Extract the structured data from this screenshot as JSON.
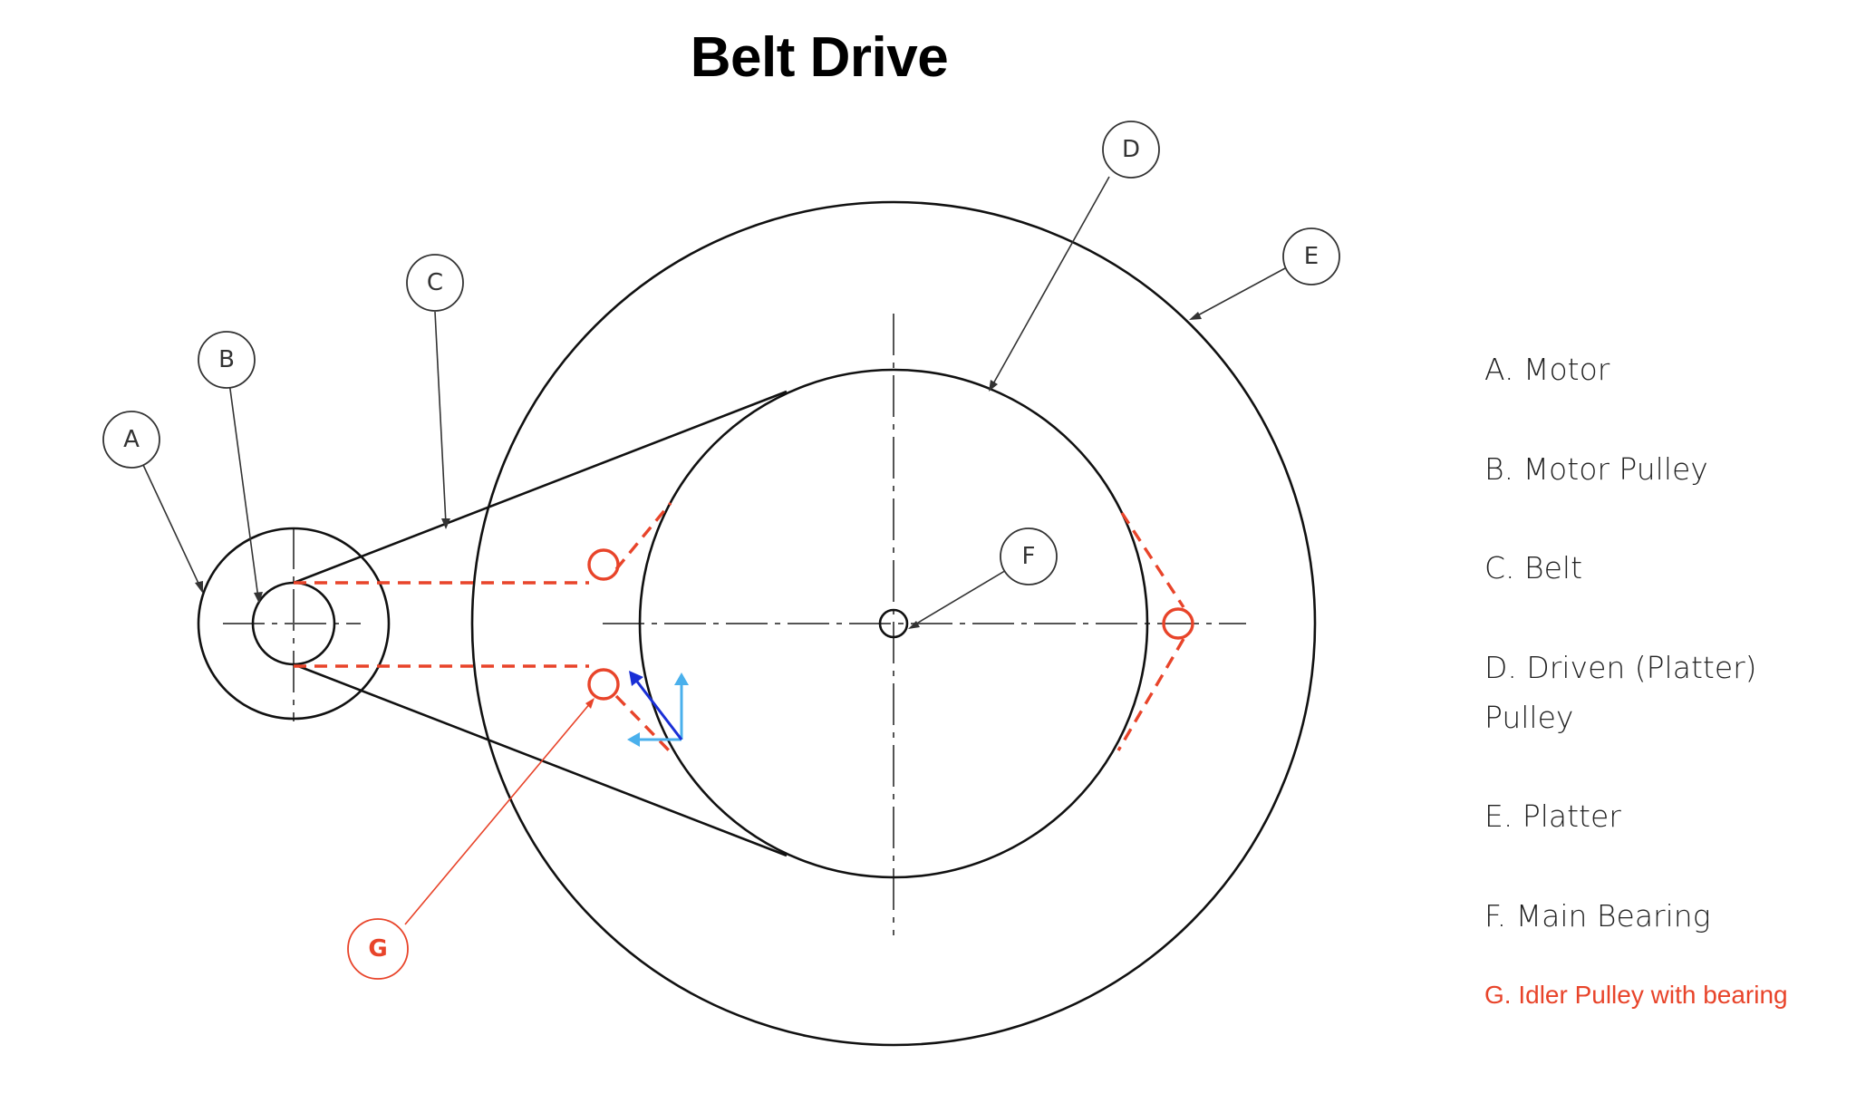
{
  "title": "Belt Drive",
  "callouts": {
    "a": "A",
    "b": "B",
    "c": "C",
    "d": "D",
    "e": "E",
    "f": "F",
    "g": "G"
  },
  "legend": [
    {
      "id": "A",
      "line1": "A. Motor",
      "line2": ""
    },
    {
      "id": "B",
      "line1": "B. Motor Pulley",
      "line2": ""
    },
    {
      "id": "C",
      "line1": "C. Belt",
      "line2": ""
    },
    {
      "id": "D",
      "line1": "D. Driven (Platter)",
      "line2": "Pulley"
    },
    {
      "id": "E",
      "line1": "E. Platter",
      "line2": ""
    },
    {
      "id": "F",
      "line1": "F. Main Bearing",
      "line2": ""
    },
    {
      "id": "G",
      "line1": "G. Idler Pulley with bearing",
      "line2": ""
    }
  ],
  "colors": {
    "line": "#111111",
    "centerline": "#555555",
    "idler": "#e8442a",
    "arrow_dark": "#1a2fd6",
    "arrow_light": "#4ab0ec"
  }
}
